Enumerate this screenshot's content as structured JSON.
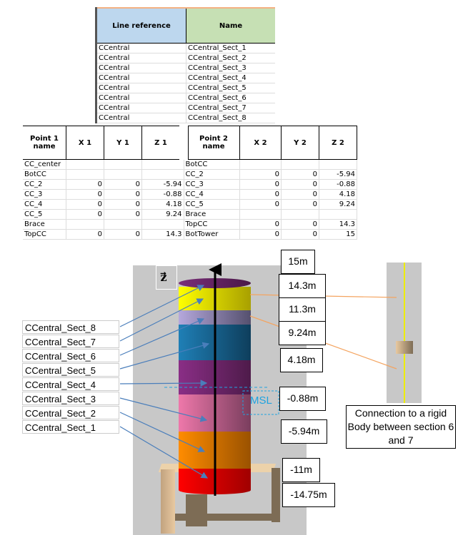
{
  "line_table": {
    "headers": [
      "Line reference",
      "Name"
    ],
    "rows": [
      [
        "CCentral",
        "CCentral_Sect_1"
      ],
      [
        "CCentral",
        "CCentral_Sect_2"
      ],
      [
        "CCentral",
        "CCentral_Sect_3"
      ],
      [
        "CCentral",
        "CCentral_Sect_4"
      ],
      [
        "CCentral",
        "CCentral_Sect_5"
      ],
      [
        "CCentral",
        "CCentral_Sect_6"
      ],
      [
        "CCentral",
        "CCentral_Sect_7"
      ],
      [
        "CCentral",
        "CCentral_Sect_8"
      ]
    ]
  },
  "point_table": {
    "headers": [
      "Point 1 name",
      "X 1",
      "Y 1",
      "Z 1",
      "Point 2 name",
      "X 2",
      "Y 2",
      "Z 2"
    ],
    "rows": [
      [
        "CC_center",
        "",
        "",
        "",
        "BotCC",
        "",
        "",
        ""
      ],
      [
        "BotCC",
        "",
        "",
        "",
        "CC_2",
        "0",
        "0",
        "-5.94"
      ],
      [
        "CC_2",
        "0",
        "0",
        "-5.94",
        "CC_3",
        "0",
        "0",
        "-0.88"
      ],
      [
        "CC_3",
        "0",
        "0",
        "-0.88",
        "CC_4",
        "0",
        "0",
        "4.18"
      ],
      [
        "CC_4",
        "0",
        "0",
        "4.18",
        "CC_5",
        "0",
        "0",
        "9.24"
      ],
      [
        "CC_5",
        "0",
        "0",
        "9.24",
        "Brace",
        "",
        "",
        ""
      ],
      [
        "Brace",
        "",
        "",
        "",
        "TopCC",
        "0",
        "0",
        "14.3"
      ],
      [
        "TopCC",
        "0",
        "0",
        "14.3",
        "BotTower",
        "0",
        "0",
        "15"
      ]
    ]
  },
  "diagram": {
    "axis_label": "z",
    "msl": "MSL",
    "section_labels": [
      "CCentral_Sect_8",
      "CCentral_Sect_7",
      "CCentral_Sect_6",
      "CCentral_Sect_5",
      "CCentral_Sect_4",
      "CCentral_Sect_3",
      "CCentral_Sect_2",
      "CCentral_Sect_1"
    ],
    "levels": [
      "15m",
      "14.3m",
      "11.3m",
      "9.24m",
      "4.18m",
      "-0.88m",
      "-5.94m",
      "-11m",
      "-14.75m"
    ],
    "note": "Connection to a rigid Body between section 6 and 7"
  }
}
